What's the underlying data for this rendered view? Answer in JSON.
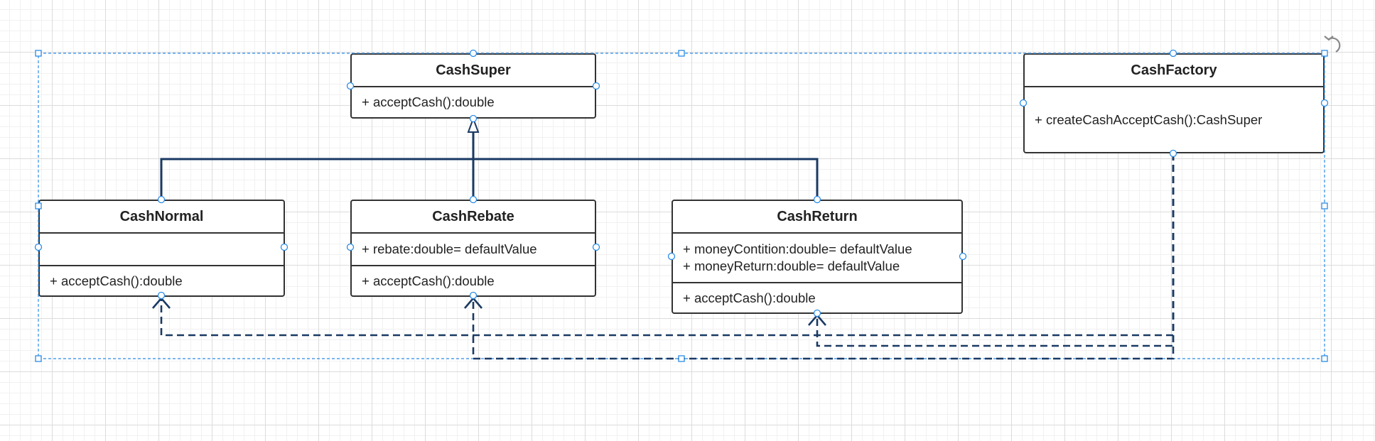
{
  "diagram": {
    "classes": [
      {
        "id": "cash-super",
        "name": "CashSuper",
        "attributes": null,
        "operations": [
          "+ acceptCash():double"
        ]
      },
      {
        "id": "cash-factory",
        "name": "CashFactory",
        "attributes": null,
        "operations": [
          "+ createCashAcceptCash():CashSuper"
        ]
      },
      {
        "id": "cash-normal",
        "name": "CashNormal",
        "attributes": [],
        "operations": [
          "+ acceptCash():double"
        ]
      },
      {
        "id": "cash-rebate",
        "name": "CashRebate",
        "attributes": [
          "+ rebate:double= defaultValue"
        ],
        "operations": [
          "+ acceptCash():double"
        ]
      },
      {
        "id": "cash-return",
        "name": "CashReturn",
        "attributes": [
          "+ moneyContition:double= defaultValue",
          "+ moneyReturn:double= defaultValue"
        ],
        "operations": [
          "+ acceptCash():double"
        ]
      }
    ],
    "relationships": [
      {
        "type": "generalization",
        "from": "CashNormal",
        "to": "CashSuper"
      },
      {
        "type": "generalization",
        "from": "CashRebate",
        "to": "CashSuper"
      },
      {
        "type": "generalization",
        "from": "CashReturn",
        "to": "CashSuper"
      },
      {
        "type": "dependency",
        "from": "CashFactory",
        "to": "CashNormal"
      },
      {
        "type": "dependency",
        "from": "CashFactory",
        "to": "CashRebate"
      },
      {
        "type": "dependency",
        "from": "CashFactory",
        "to": "CashReturn"
      }
    ],
    "selection": {
      "active": true,
      "rotate_icon": "rotate-icon"
    },
    "colors": {
      "line": "#1a3a63",
      "selection": "#2b8be6",
      "box_border": "#333333",
      "grid": "#dcdcdc"
    }
  }
}
